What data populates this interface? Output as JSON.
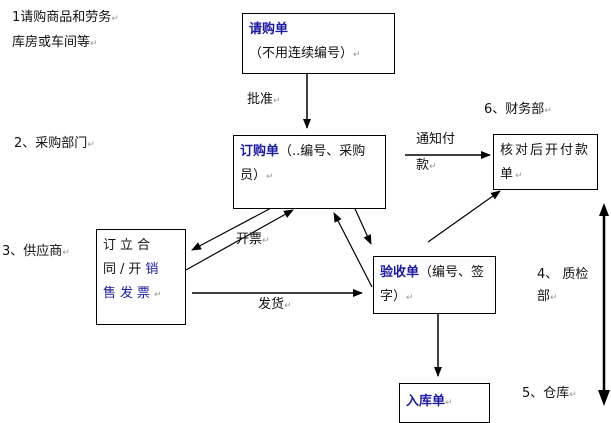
{
  "paragraph_mark": "↵",
  "labels": {
    "dept1_line1": "1请购商品和劳务",
    "dept1_line2": "库房或车间等",
    "dept2": "2、采购部门",
    "dept3": "3、供应商",
    "dept4_line1": "4、 质检",
    "dept4_line2": "部",
    "dept5": "5、仓库",
    "dept6": "6、财务部"
  },
  "boxes": {
    "requisition": {
      "title": "请购单",
      "rest": "（不用连续编号）"
    },
    "purchase_order": {
      "title": "订购单",
      "rest": "（..编号、采购员）"
    },
    "payment": {
      "text": "核对后开付款单"
    },
    "supplier": {
      "prefix": "订立合同/开",
      "highlight": "销售发票"
    },
    "receiving": {
      "title": "验收单",
      "rest": "（编号、签字）"
    },
    "warehouse_entry": {
      "title": "入库单"
    }
  },
  "edges": {
    "approve": "批准",
    "notify_pay": "通知付款",
    "invoice": "开票",
    "ship": "发货"
  }
}
